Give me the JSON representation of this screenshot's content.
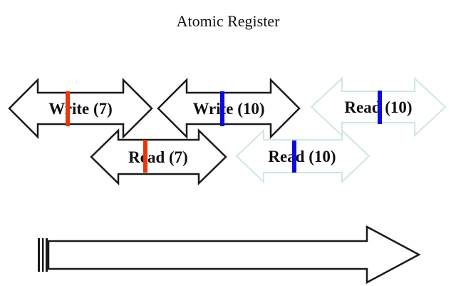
{
  "title": "Atomic Register",
  "colors": {
    "outline_dark": "#1a1a1a",
    "outline_pale": "#cfe8db",
    "tick_red": "#e8380b",
    "tick_blue": "#0b0bd9",
    "arrow_fill": "#ffffff",
    "text": "#111111"
  },
  "operations": [
    {
      "label": "Write (7)",
      "row": 1,
      "outline": "dark",
      "tick": "red"
    },
    {
      "label": "Write (10)",
      "row": 1,
      "outline": "dark",
      "tick": "blue"
    },
    {
      "label": "Read (10)",
      "row": 1,
      "outline": "pale",
      "tick": "blue"
    },
    {
      "label": "Read (7)",
      "row": 2,
      "outline": "dark",
      "tick": "red"
    },
    {
      "label": "Read (10)",
      "row": 2,
      "outline": "pale",
      "tick": "blue"
    }
  ],
  "timeline": {
    "name": "time-axis",
    "tail_bars": 3
  }
}
